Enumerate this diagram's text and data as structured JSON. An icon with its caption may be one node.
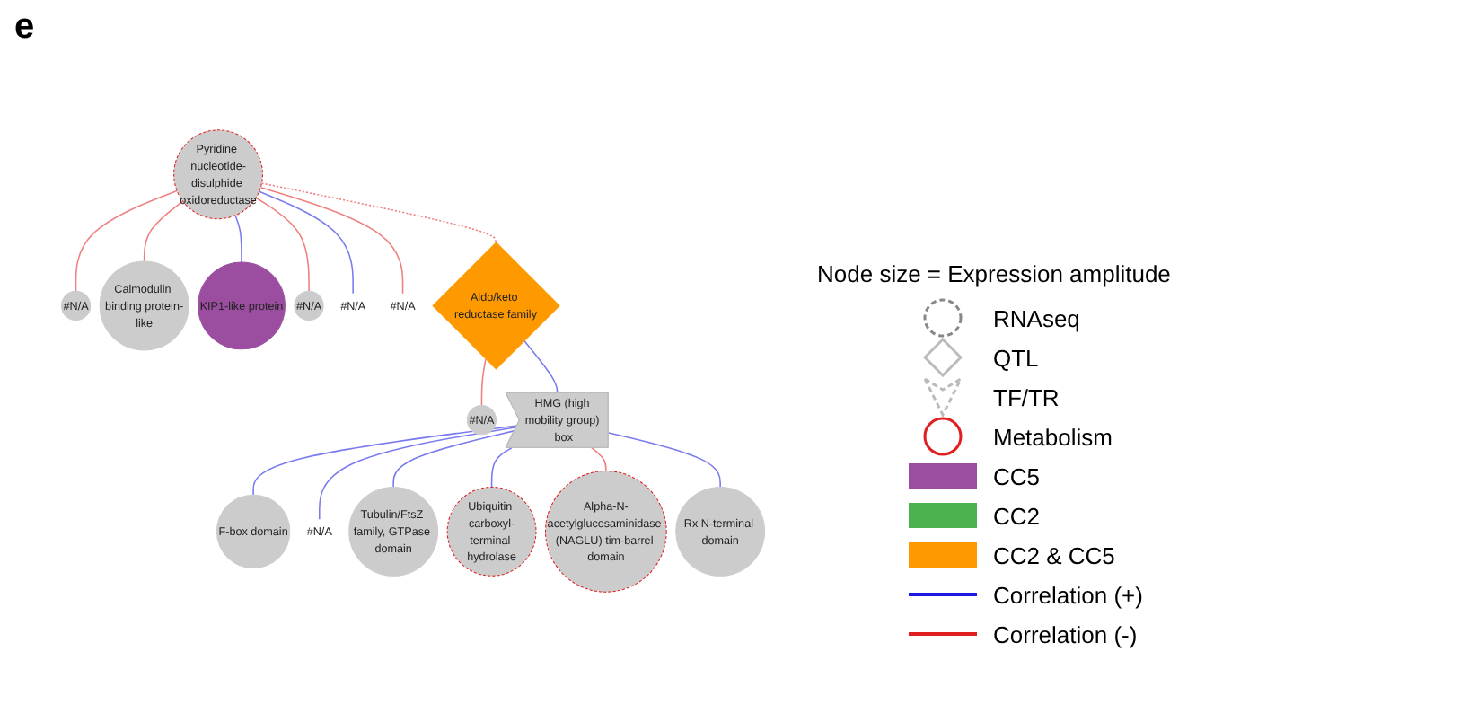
{
  "diagram": {
    "nodes": [
      {
        "text": [
          "Pyridine nucleotide-disulphide oxidoreductase"
        ]
      },
      {
        "text": [
          "#N/A"
        ]
      },
      {
        "text": [
          "Calmodulin binding protein-like"
        ]
      },
      {
        "text": [
          "KIP1-like protein"
        ]
      },
      {
        "text": [
          "#N/A"
        ]
      },
      {
        "text": [
          "#N/A"
        ]
      },
      {
        "text": [
          "#N/A"
        ]
      },
      {
        "text": [
          "Aldo/keto reductase family"
        ]
      },
      {
        "text": [
          "#N/A"
        ]
      },
      {
        "text": [
          "F-box domain"
        ]
      },
      {
        "text": [
          "#N/A"
        ]
      },
      {
        "text": [
          "Tubulin/FtsZ family, GTPase domain"
        ]
      },
      {
        "text": [
          "HMG (high mobility group) box"
        ]
      },
      {
        "text": [
          "Ubiquitin carboxyl-terminal hydrolase"
        ]
      },
      {
        "text": [
          "Alpha-N-acetylglucosaminidase (NAGLU) tim-barrel domain"
        ]
      },
      {
        "text": [
          "Rx N-terminal domain"
        ]
      }
    ],
    "edges": [
      {
        "from": 0,
        "to": 1,
        "arrow": "none",
        "color": "#f08080"
      },
      {
        "from": 0,
        "to": 2,
        "arrow": "none",
        "color": "#f08080"
      },
      {
        "from": 0,
        "to": 3,
        "arrow": "none"
      },
      {
        "from": 0,
        "to": 4,
        "arrow": "none",
        "color": "#f08080"
      },
      {
        "from": 0,
        "to": 5,
        "arrow": "none"
      },
      {
        "from": 0,
        "to": 6,
        "arrow": "none",
        "color": "#f08080"
      },
      {
        "from": 0,
        "to": 7,
        "arrow": "none",
        "color": "#f08080",
        "style": "dashed"
      },
      {
        "from": 7,
        "to": 8,
        "arrow": "none",
        "color": "#f08080"
      },
      {
        "from": 7,
        "to": 12,
        "arrow": "none"
      },
      {
        "from": 12,
        "to": 9,
        "arrow": "none"
      },
      {
        "from": 12,
        "to": 10,
        "arrow": "none"
      },
      {
        "from": 12,
        "to": 11,
        "arrow": "none"
      },
      {
        "from": 12,
        "to": 13,
        "arrow": "none"
      },
      {
        "from": 12,
        "to": 14,
        "arrow": "none",
        "color": "#f08080"
      },
      {
        "from": 12,
        "to": 15,
        "arrow": "none"
      }
    ],
    "labels": [
      "e",
      "Node size = Expression amplitude"
    ],
    "legend": [
      {
        "text": "RNAseq"
      },
      {
        "text": "QTL"
      },
      {
        "text": "TF/TR"
      },
      {
        "text": "Metabolism"
      },
      {
        "text": "CC5",
        "color": "#9b4ea0"
      },
      {
        "text": "CC2",
        "color": "#4caf50"
      },
      {
        "text": "CC2 & CC5",
        "color": "#ff9900"
      },
      {
        "text": "Correlation (+)"
      },
      {
        "text": "Correlation (-)"
      }
    ]
  }
}
